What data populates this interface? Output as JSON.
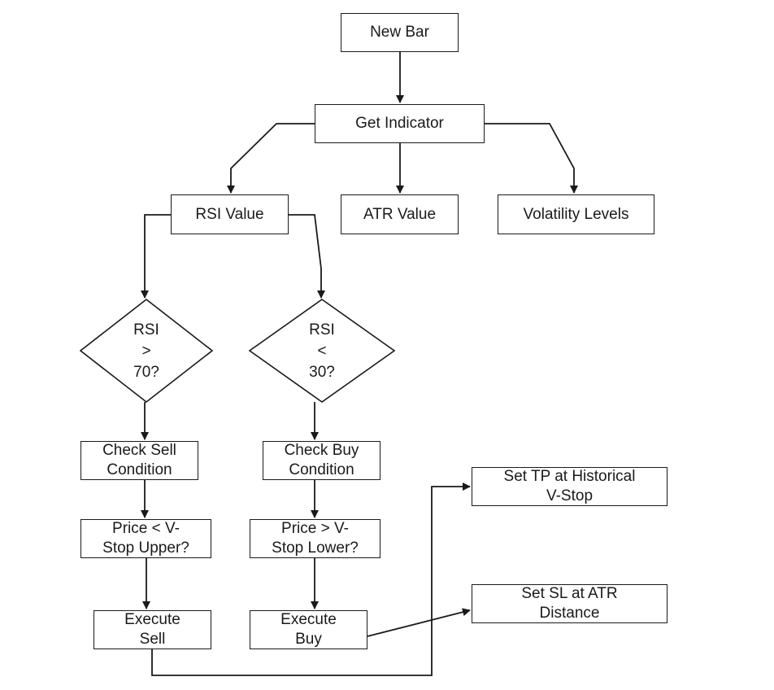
{
  "nodes": {
    "new_bar": "New Bar",
    "get_indicator": "Get Indicator",
    "rsi_value": "RSI Value",
    "atr_value": "ATR Value",
    "volatility_levels": "Volatility Levels",
    "rsi_gt_70": "RSI\n>\n70?",
    "rsi_lt_30": "RSI\n<\n30?",
    "check_sell": "Check Sell\nCondition",
    "check_buy": "Check Buy\nCondition",
    "price_lt_upper": "Price < V-\nStop Upper?",
    "price_gt_lower": "Price > V-\nStop Lower?",
    "execute_sell": "Execute\nSell",
    "execute_buy": "Execute\nBuy",
    "set_tp": "Set TP at Historical\nV-Stop",
    "set_sl": "Set SL at ATR\nDistance"
  },
  "colors": {
    "stroke": "#1a1a1a",
    "background": "#ffffff"
  }
}
